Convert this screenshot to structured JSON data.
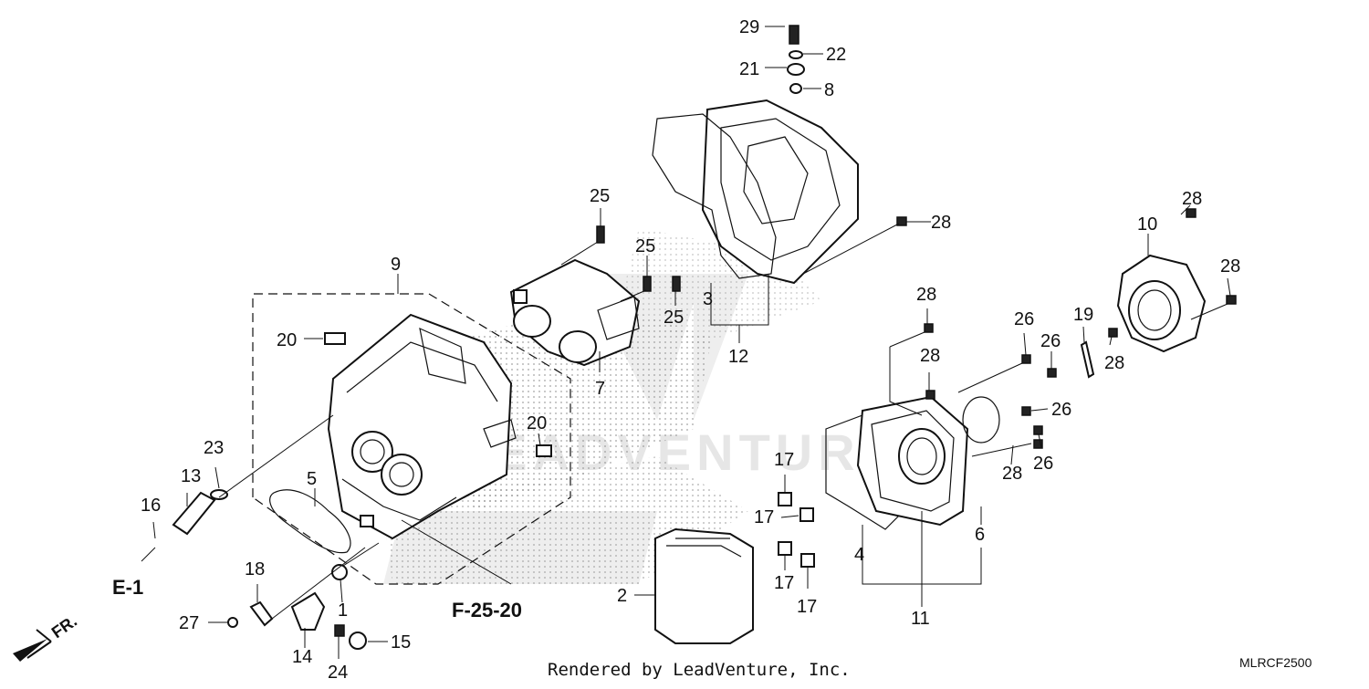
{
  "callouts": [
    "1",
    "2",
    "3",
    "4",
    "5",
    "6",
    "7",
    "8",
    "9",
    "10",
    "11",
    "12",
    "13",
    "14",
    "15",
    "16",
    "17",
    "18",
    "19",
    "20",
    "21",
    "22",
    "23",
    "24",
    "25",
    "26",
    "27",
    "28",
    "29"
  ],
  "references": {
    "e1": "E-1",
    "f2520": "F-25-20",
    "front": "FR."
  },
  "footer": {
    "rendered_by": "Rendered by LeadVenture, Inc.",
    "diagram_code": "MLRCF2500"
  },
  "watermark": {
    "text": "LEADVENTURE"
  },
  "colors": {
    "line": "#111111",
    "background": "#ffffff",
    "watermark": "#cfcfcf",
    "stipple": "#8a8a8a"
  },
  "icons": [
    "front-arrow-icon"
  ]
}
